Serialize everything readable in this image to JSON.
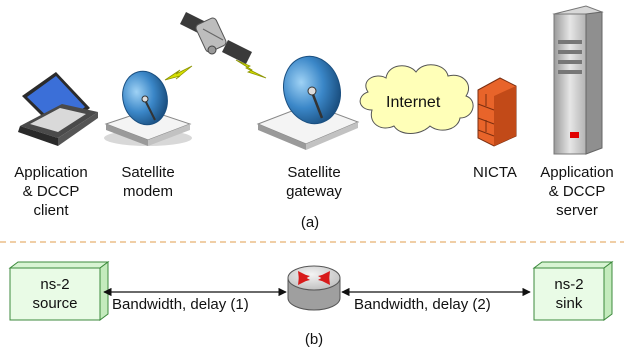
{
  "top": {
    "labels": {
      "client": "Application\n& DCCP\nclient",
      "modem": "Satellite\nmodem",
      "gateway": "Satellite\ngateway",
      "nicta": "NICTA",
      "server": "Application\n& DCCP\nserver",
      "internet": "Internet"
    },
    "caption": "(a)"
  },
  "bottom": {
    "source": "ns-2\nsource",
    "sink": "ns-2\nsink",
    "link1": "Bandwidth, delay (1)",
    "link2": "Bandwidth, delay (2)",
    "caption": "(b)"
  },
  "colors": {
    "divider": "#e8b070",
    "box_fill": "#e9fbe6",
    "box_border": "#3c8a3c",
    "dish": "#3b87c8",
    "lightning": "#d6e000",
    "cloud": "#ffffb8",
    "firewall": "#e8642a",
    "server_led": "#e00000"
  }
}
